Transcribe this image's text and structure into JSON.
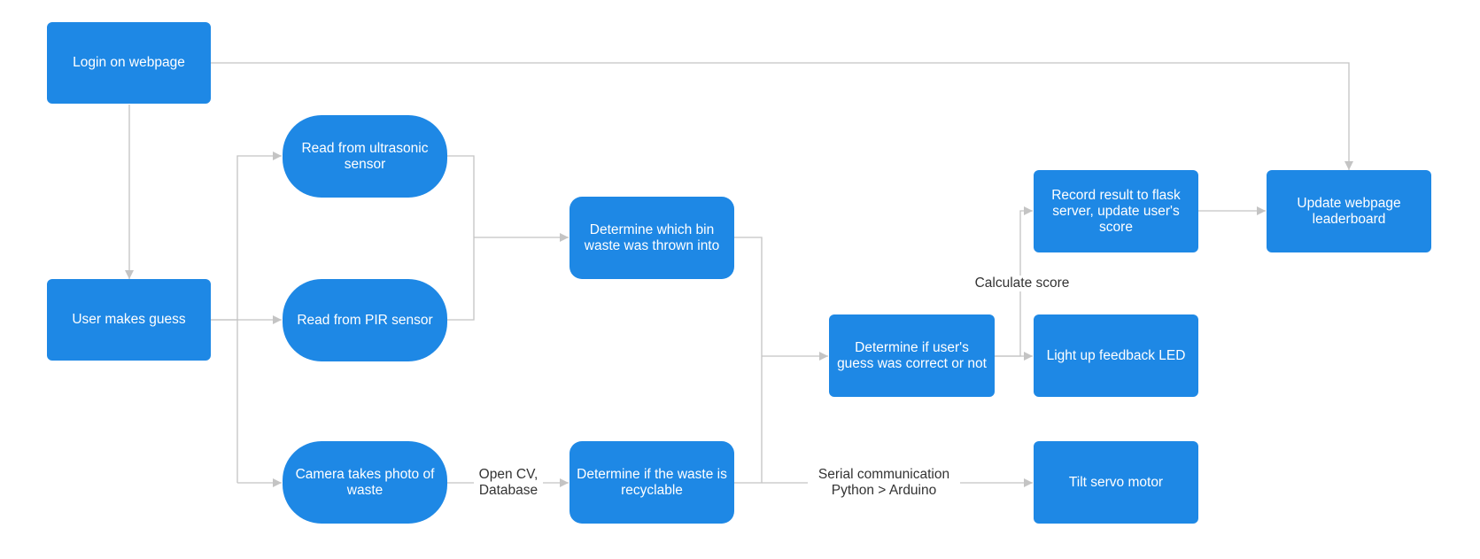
{
  "diagram": {
    "line_color": "#c4c4c4",
    "node_color": "#1e88e5",
    "nodes": {
      "login": "Login on webpage",
      "guess": "User makes guess",
      "ultrasonic": "Read from ultrasonic sensor",
      "pir": "Read from PIR sensor",
      "camera": "Camera takes photo of waste",
      "which_bin": "Determine which bin waste was thrown into",
      "recyclable": "Determine if the waste is recyclable",
      "correct": "Determine if user's guess was correct or not",
      "record": "Record result to flask server, update user's score",
      "led": "Light up feedback LED",
      "servo": "Tilt servo motor",
      "leaderboard": "Update webpage leaderboard"
    },
    "edge_labels": {
      "calculate_score": "Calculate score",
      "opencv": "Open CV,\nDatabase",
      "serial": "Serial communication\nPython > Arduino"
    }
  }
}
